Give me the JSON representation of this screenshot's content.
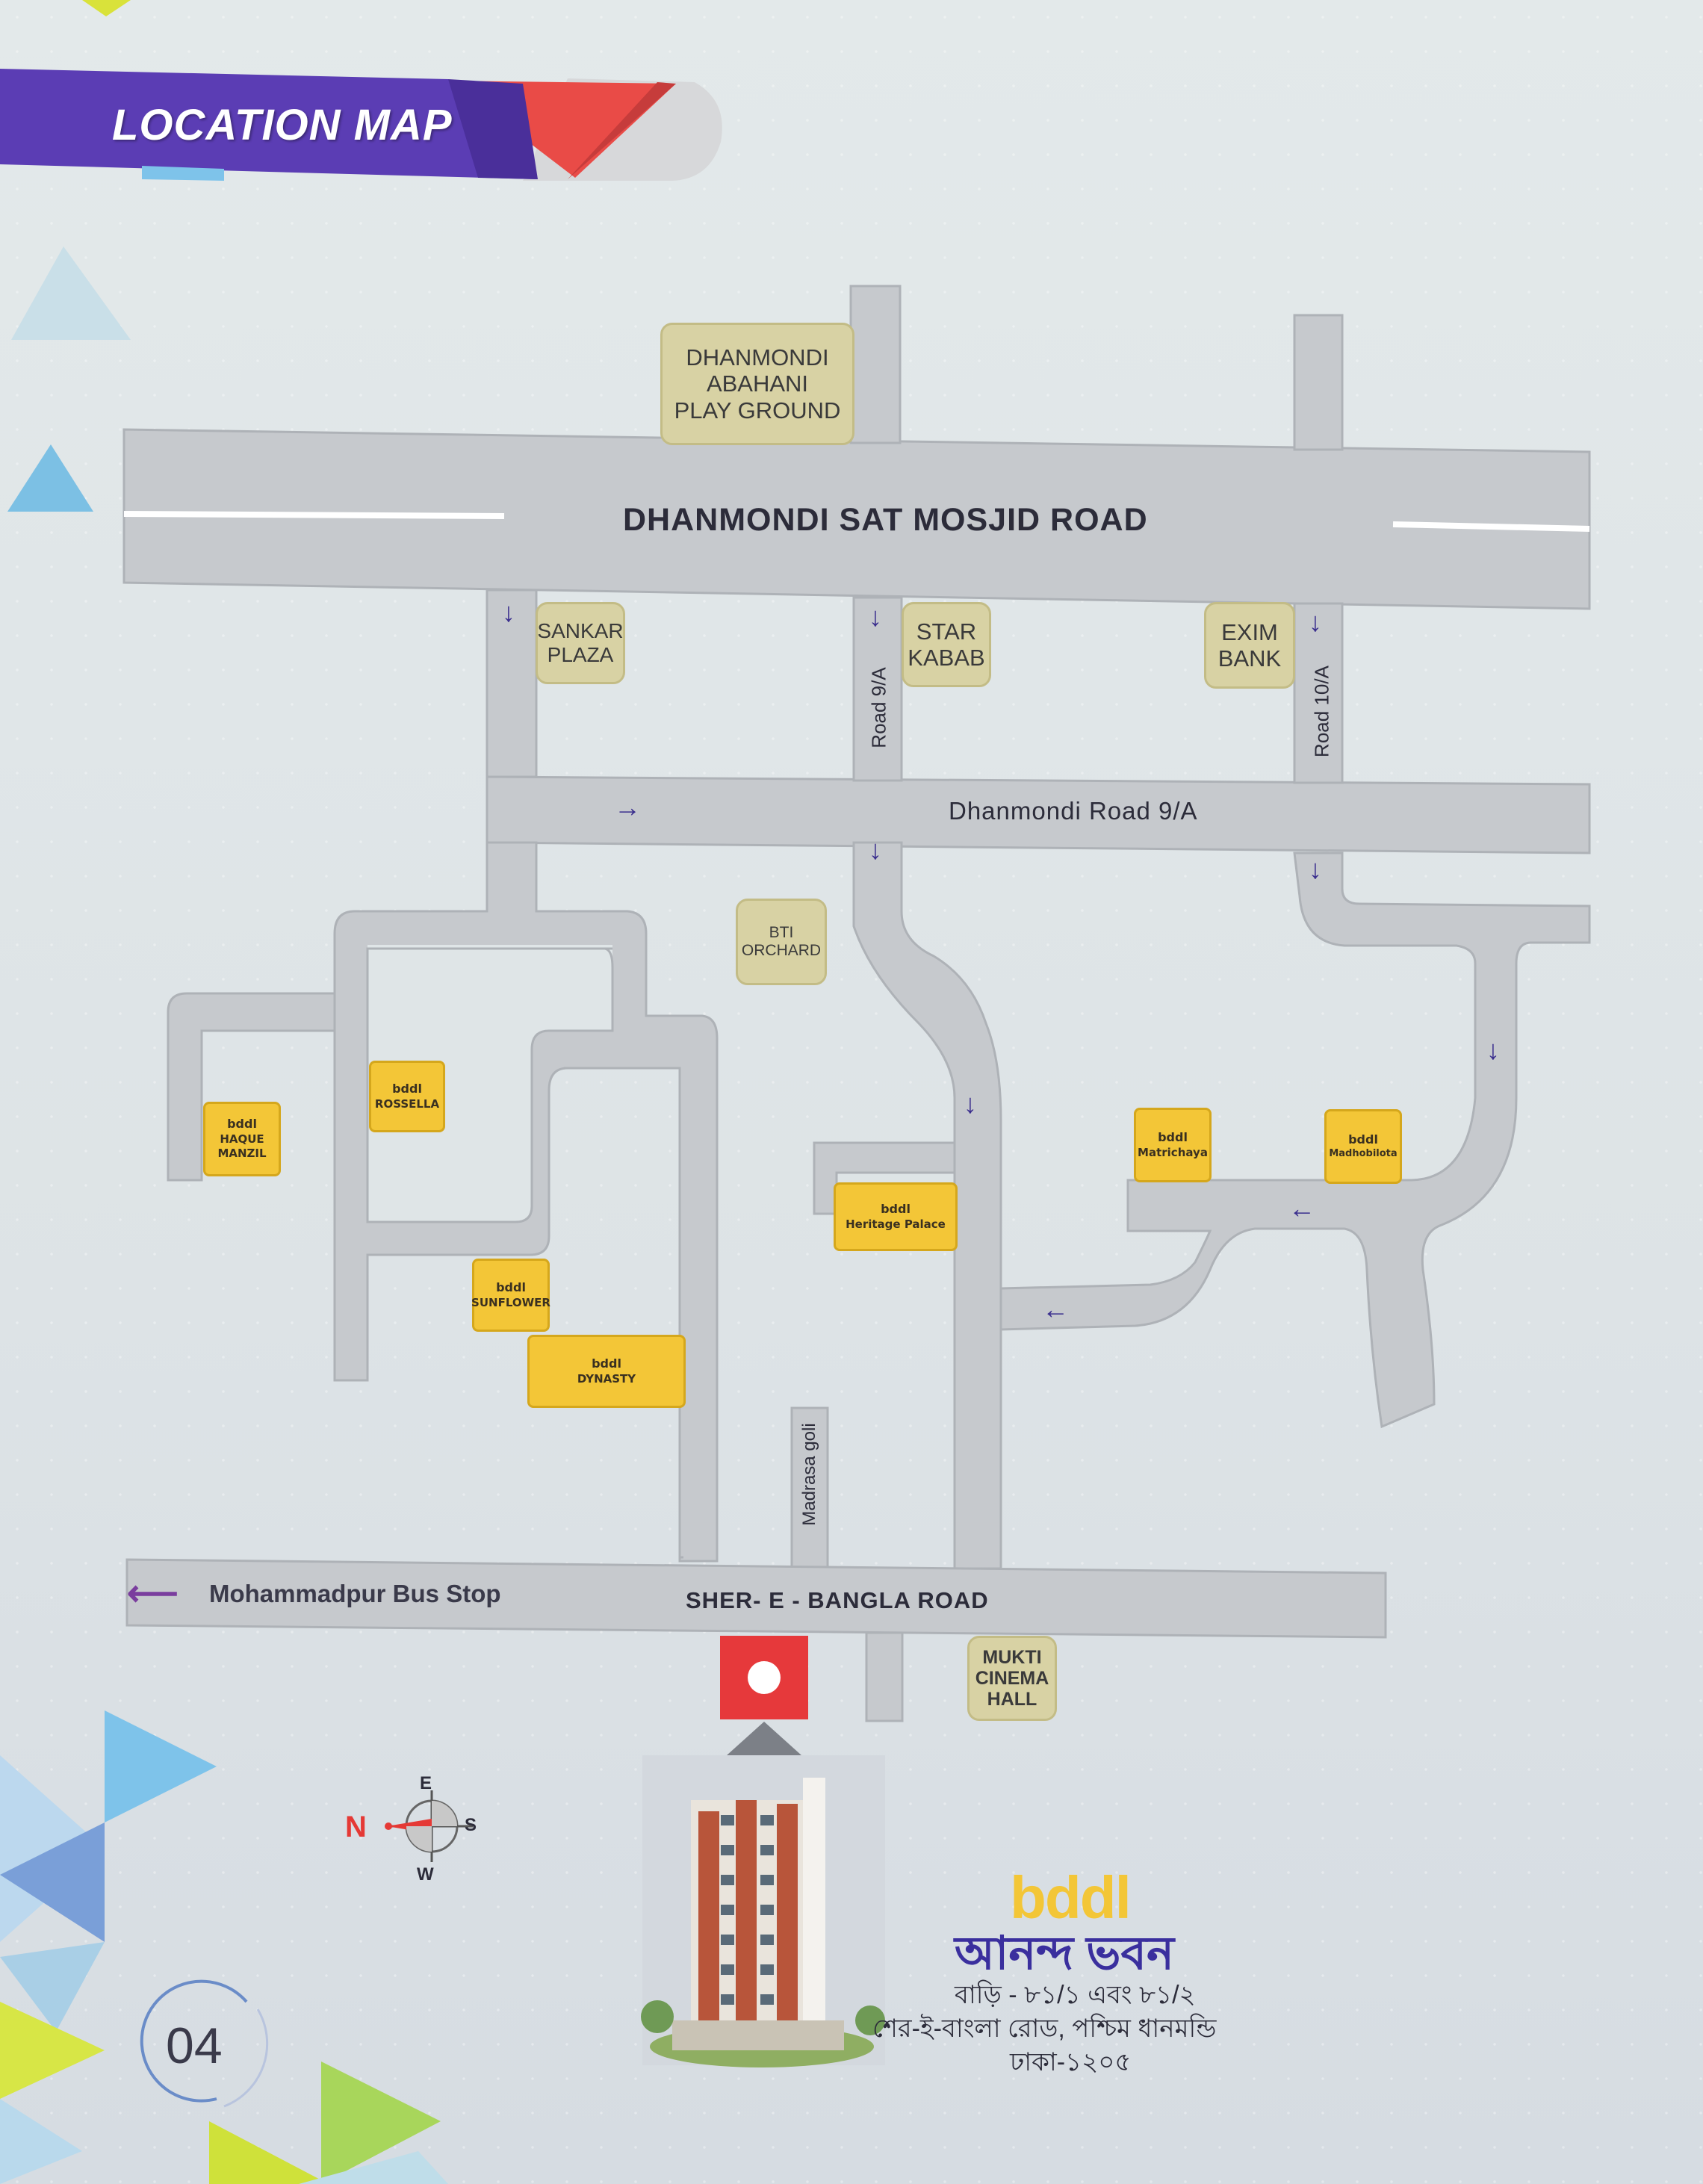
{
  "header": {
    "title": "LOCATION MAP"
  },
  "roads": {
    "sat_mosjid": "DHANMONDI  SAT MOSJID ROAD",
    "road_9a_h": "Dhanmondi Road 9/A",
    "road_9a_v": "Road 9/A",
    "road_10a_v": "Road 10/A",
    "sher_e_bangla": "SHER- E - BANGLA  ROAD",
    "madrasa": "Madrasa goli",
    "bus_stop": "Mohammadpur Bus Stop"
  },
  "landmarks": {
    "abahani": "DHANMONDI\nABAHANI\nPLAY GROUND",
    "sankar": "SANKAR\nPLAZA",
    "star": "STAR\nKABAB",
    "exim": "EXIM\nBANK",
    "bti": "BTI\nORCHARD",
    "mukti": "MUKTI\nCINEMA\nHALL"
  },
  "projects": {
    "haque": {
      "brand": "bddl",
      "name": "HAQUE\nMANZIL"
    },
    "rossella": {
      "brand": "bddl",
      "name": "ROSSELLA"
    },
    "sunflower": {
      "brand": "bddl",
      "name": "SUNFLOWER"
    },
    "dynasty": {
      "brand": "bddl",
      "name": "DYNASTY"
    },
    "heritage": {
      "brand": "bddl",
      "name": "Heritage Palace"
    },
    "matrichaya": {
      "brand": "bddl",
      "name": "Matrichaya"
    },
    "madhobilota": {
      "brand": "bddl",
      "name": "Madhobilota"
    }
  },
  "compass": {
    "n": "N",
    "e": "E",
    "s": "S",
    "w": "W"
  },
  "project_info": {
    "brand": "bddl",
    "name_bn": "আনন্দ ভবন",
    "address_line1": "বাড়ি - ৮১/১ এবং ৮১/২",
    "address_line2": "শের-ই-বাংলা রোড, পশ্চিম ধানমন্ডি",
    "address_line3": "ঢাকা-১২০৫"
  },
  "page_number": "04",
  "colors": {
    "road": "#c6c9cd",
    "road_edge": "#aeb2b7",
    "header_purple": "#5b3db4",
    "header_red": "#e94b47",
    "project_yellow": "#f3c637",
    "landmark_tan": "#d8d2a4",
    "arrow": "#3b2f8e",
    "marker_red": "#e6393b"
  },
  "icons": {
    "direction_arrow": "arrow-icon",
    "location_marker": "location-pin-icon",
    "compass": "compass-icon"
  }
}
